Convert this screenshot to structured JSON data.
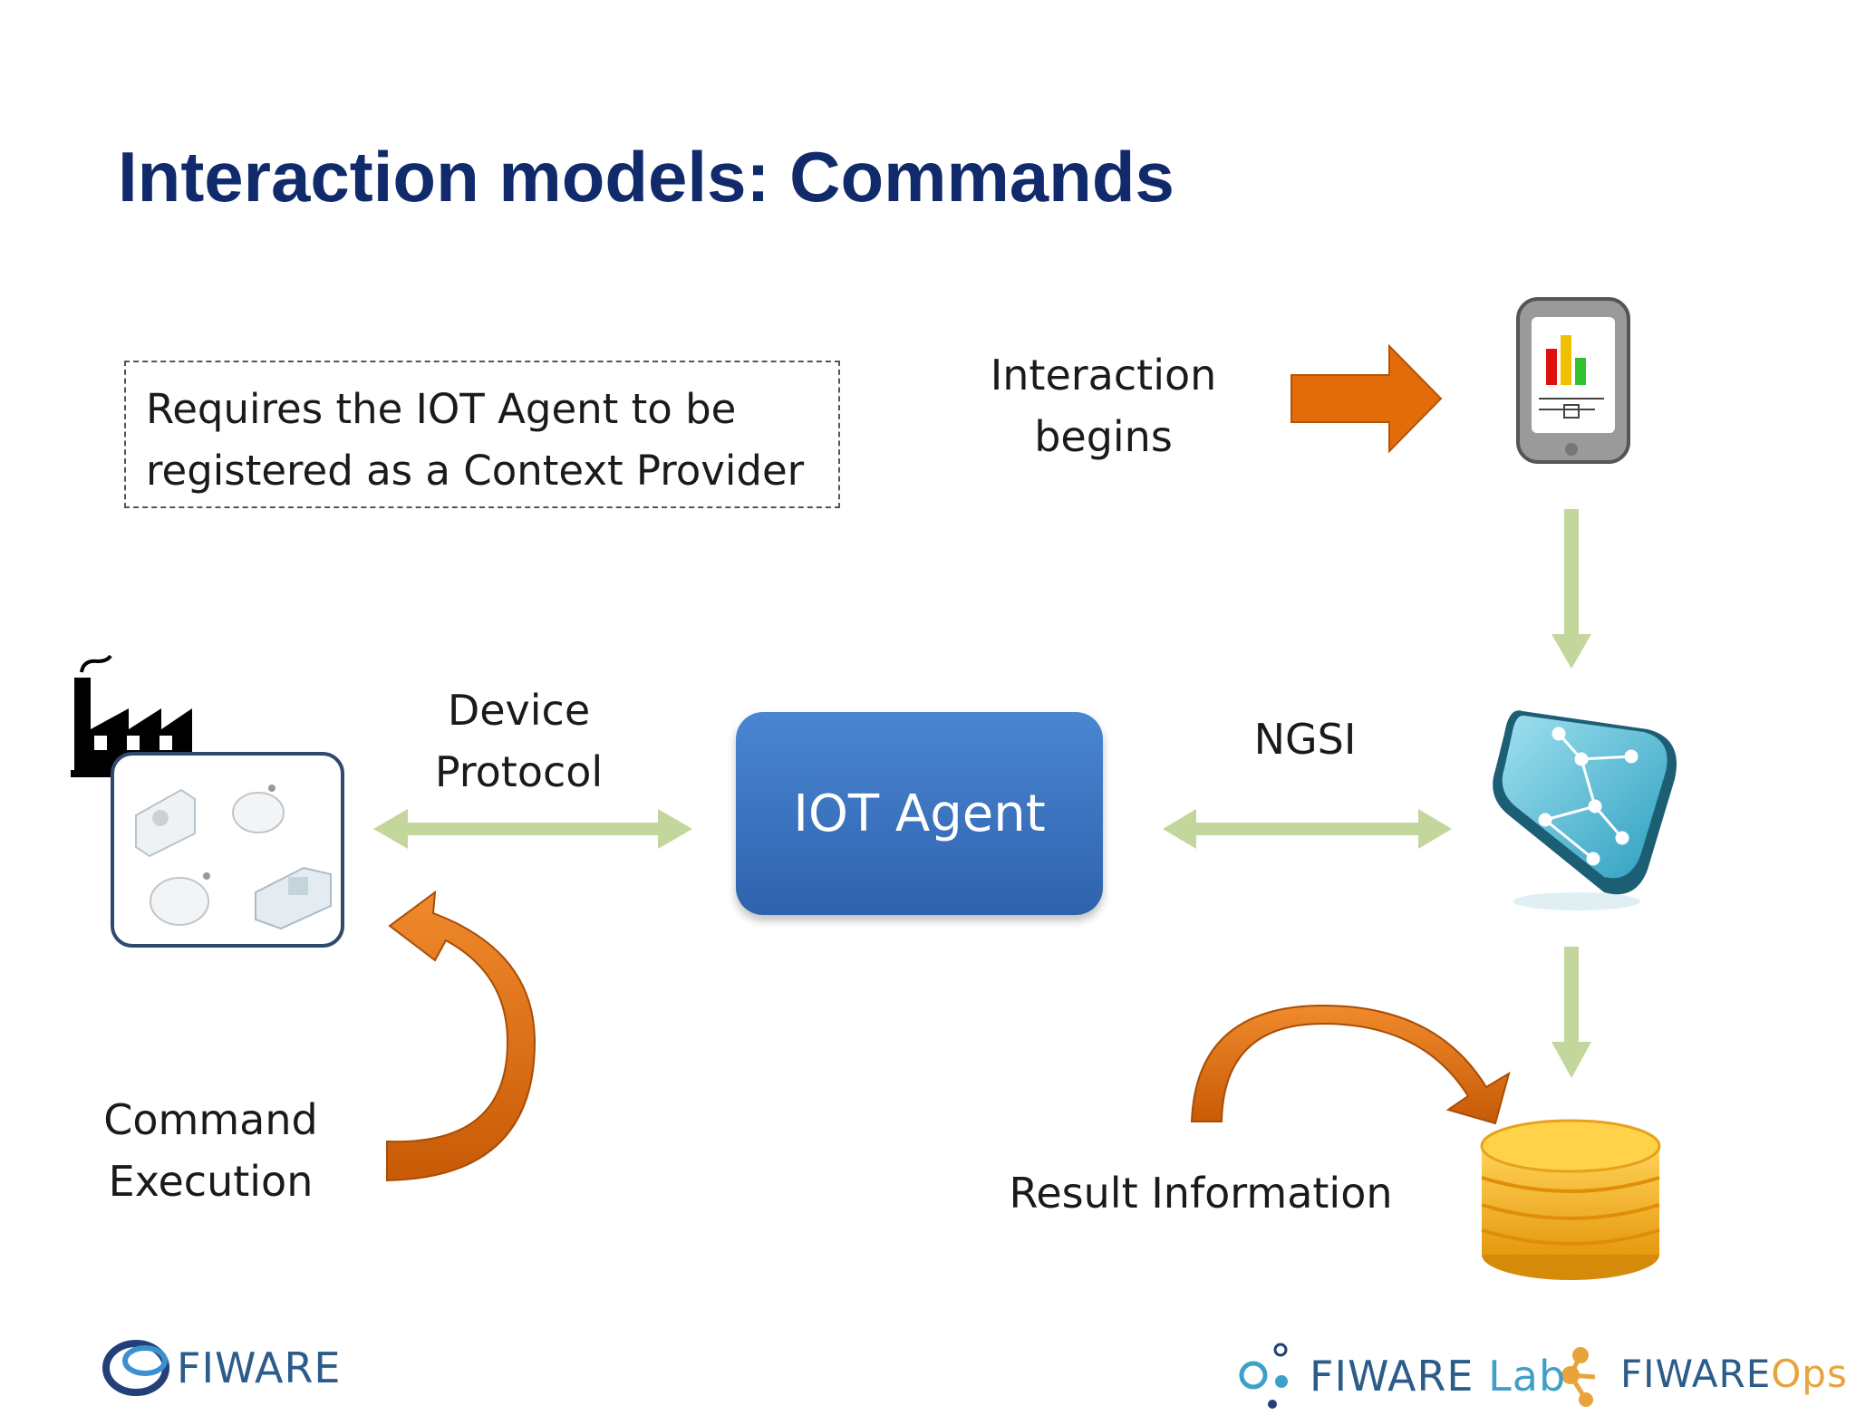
{
  "title": "Interaction models: Commands",
  "note": {
    "line1": "Requires the IOT Agent to be",
    "line2": "registered as a Context Provider"
  },
  "labels": {
    "interaction_line1": "Interaction",
    "interaction_line2": "begins",
    "device_line1": "Device",
    "device_line2": "Protocol",
    "ngsi": "NGSI",
    "command_line1": "Command",
    "command_line2": "Execution",
    "result": "Result Information"
  },
  "agent": {
    "label": "IOT Agent"
  },
  "logos": {
    "fiware": "FIWARE",
    "lab_main": "FIWARE",
    "lab_sub": "Lab",
    "ops_main": "FIWARE",
    "ops_sub": "Ops"
  },
  "colors": {
    "title": "#102a6b",
    "orange_arrow": "#e36c0a",
    "green_arrow": "#c3d69b",
    "agent_box": "#3a72c0",
    "device_border": "#2e4a6d"
  }
}
